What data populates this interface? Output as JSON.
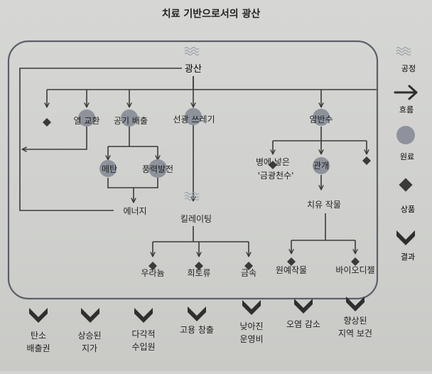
{
  "title": "치료 기반으로서의 광산",
  "nodes": {
    "mine": "광산",
    "heat_exchange": "열 교환",
    "air_exhaust": "공기 배출",
    "tailings": "선광 쓰레기",
    "waste_water": "암반수",
    "methane": "메탄",
    "wind_power": "풍력발전",
    "energy": "에너지",
    "chelating": "킬레이팅",
    "bottled": "병에 넣은",
    "bottled_name": "'금광천수'",
    "irrigation": "관개",
    "healing_crops": "치유 작물",
    "product_1": "우라늄",
    "product_2": "희토류",
    "product_3": "금속",
    "raw_crops": "원예작물",
    "biodiesel": "바이오디젤"
  },
  "legend": {
    "process": "공정",
    "flow": "흐름",
    "raw": "원료",
    "product": "상품",
    "result": "결과"
  },
  "results": [
    {
      "line1": "탄소",
      "line2": "배출권"
    },
    {
      "line1": "상승된",
      "line2": "지가"
    },
    {
      "line1": "다각적",
      "line2": "수입원"
    },
    {
      "line1": "고용 창출",
      "line2": ""
    },
    {
      "line1": "낮아진",
      "line2": "운영비"
    },
    {
      "line1": "오염 감소",
      "line2": ""
    },
    {
      "line1": "향상된",
      "line2": "지역 보건"
    }
  ],
  "colors": {
    "raw_circle": "#8d929c",
    "line": "#3a3a3a",
    "background": "#d2d3d0"
  }
}
